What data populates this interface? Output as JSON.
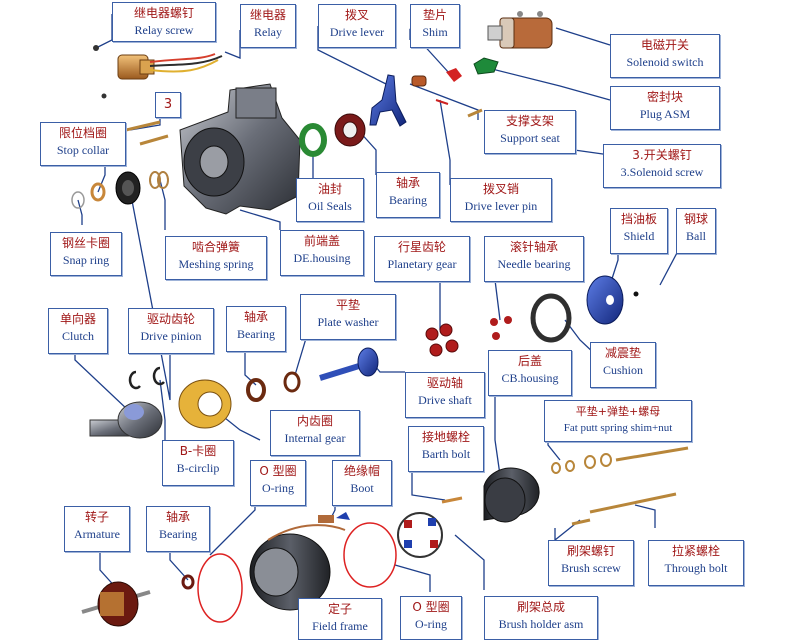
{
  "labels": {
    "relay_screw": {
      "cn": "继电器螺钉",
      "en": "Relay screw"
    },
    "relay": {
      "cn": "继电器",
      "en": "Relay"
    },
    "drive_lever": {
      "cn": "拨叉",
      "en": "Drive lever"
    },
    "shim": {
      "cn": "垫片",
      "en": "Shim"
    },
    "solenoid": {
      "cn": "电磁开关",
      "en": "Solenoid switch"
    },
    "plug": {
      "cn": "密封块",
      "en": "Plug ASM"
    },
    "num3": {
      "cn": "3"
    },
    "support_seat": {
      "cn": "支撑支架",
      "en": "Support seat"
    },
    "solenoid_screw": {
      "cn": "3.开关螺钉",
      "en": "3.Solenoid screw"
    },
    "stop_collar": {
      "cn": "限位档圈",
      "en": "Stop collar"
    },
    "oil_seals": {
      "cn": "油封",
      "en": "Oil Seals"
    },
    "bearing1": {
      "cn": "轴承",
      "en": "Bearing"
    },
    "lever_pin": {
      "cn": "拨叉销",
      "en": "Drive lever pin"
    },
    "snap_ring": {
      "cn": "钢丝卡圈",
      "en": "Snap ring"
    },
    "mesh_spring": {
      "cn": "啮合弹簧",
      "en": "Meshing spring"
    },
    "de_housing": {
      "cn": "前端盖",
      "en": "DE.housing"
    },
    "planetary": {
      "cn": "行星齿轮",
      "en": "Planetary gear"
    },
    "needle": {
      "cn": "滚针轴承",
      "en": "Needle bearing"
    },
    "shield": {
      "cn": "挡油板",
      "en": "Shield"
    },
    "ball": {
      "cn": "钢球",
      "en": "Ball"
    },
    "clutch": {
      "cn": "单向器",
      "en": "Clutch"
    },
    "pinion": {
      "cn": "驱动齿轮",
      "en": "Drive pinion"
    },
    "bearing2": {
      "cn": "轴承",
      "en": "Bearing"
    },
    "plate_washer": {
      "cn": "平垫",
      "en": "Plate washer"
    },
    "cushion": {
      "cn": "减震垫",
      "en": "Cushion"
    },
    "drive_shaft": {
      "cn": "驱动轴",
      "en": "Drive shaft"
    },
    "cb_housing": {
      "cn": "后盖",
      "en": "CB.housing"
    },
    "fat_nut": {
      "cn": "平垫+弹垫+螺母",
      "en": "Fat putt spring shim+nut"
    },
    "internal_gear": {
      "cn": "内齿圈",
      "en": "Internal gear"
    },
    "b_circlip": {
      "cn": "B-卡圈",
      "en": "B-circlip"
    },
    "o_ring1": {
      "cn": "O 型圈",
      "en": "O-ring"
    },
    "boot": {
      "cn": "绝缘帽",
      "en": "Boot"
    },
    "barth_bolt": {
      "cn": "接地螺栓",
      "en": "Barth bolt"
    },
    "armature": {
      "cn": "转子",
      "en": "Armature"
    },
    "bearing3": {
      "cn": "轴承",
      "en": "Bearing"
    },
    "brush_screw": {
      "cn": "刷架螺钉",
      "en": "Brush screw"
    },
    "through_bolt": {
      "cn": "拉紧螺栓",
      "en": "Through bolt"
    },
    "field_frame": {
      "cn": "定子",
      "en": "Field frame"
    },
    "o_ring2": {
      "cn": "O 型圈",
      "en": "O-ring"
    },
    "brush_holder": {
      "cn": "刷架总成",
      "en": "Brush holder asm"
    }
  },
  "colors": {
    "label_border": "#3b5fa6",
    "label_text": "#1e3f8a",
    "label_cn": "#a01818",
    "leader": "#1e3f8a",
    "housing": "#4a4e57",
    "copper": "#c8873a",
    "red_parts": "#b01c1c",
    "blue_parts": "#1f3fae"
  }
}
